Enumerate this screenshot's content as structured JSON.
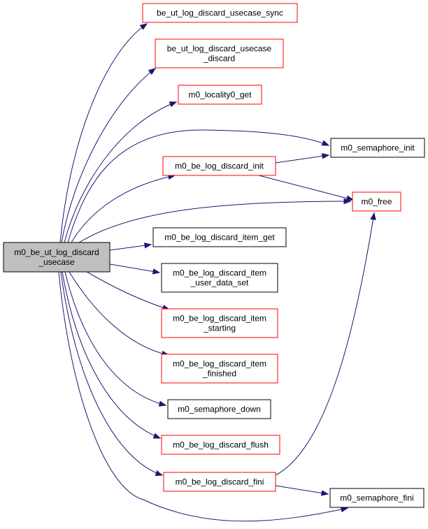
{
  "colors": {
    "edge": "#191970",
    "focus_fill": "#bfbfbf",
    "focus_border": "#000000",
    "linked_border": "#ff0000",
    "plain_border": "#000000",
    "node_fill": "#ffffff"
  },
  "graph": {
    "nodes": [
      {
        "id": "root",
        "lines": [
          "m0_be_ut_log_discard",
          "_usecase"
        ],
        "style": "focus"
      },
      {
        "id": "sync",
        "lines": [
          "be_ut_log_discard_usecase_sync"
        ],
        "style": "linked"
      },
      {
        "id": "usediscard",
        "lines": [
          "be_ut_log_discard_usecase",
          "_discard"
        ],
        "style": "linked"
      },
      {
        "id": "locality",
        "lines": [
          "m0_locality0_get"
        ],
        "style": "linked"
      },
      {
        "id": "seminit",
        "lines": [
          "m0_semaphore_init"
        ],
        "style": "plain"
      },
      {
        "id": "loginit",
        "lines": [
          "m0_be_log_discard_init"
        ],
        "style": "linked"
      },
      {
        "id": "free",
        "lines": [
          "m0_free"
        ],
        "style": "linked"
      },
      {
        "id": "itemget",
        "lines": [
          "m0_be_log_discard_item_get"
        ],
        "style": "plain"
      },
      {
        "id": "userdata",
        "lines": [
          "m0_be_log_discard_item",
          "_user_data_set"
        ],
        "style": "plain"
      },
      {
        "id": "starting",
        "lines": [
          "m0_be_log_discard_item",
          "_starting"
        ],
        "style": "linked"
      },
      {
        "id": "finished",
        "lines": [
          "m0_be_log_discard_item",
          "_finished"
        ],
        "style": "linked"
      },
      {
        "id": "semdown",
        "lines": [
          "m0_semaphore_down"
        ],
        "style": "plain"
      },
      {
        "id": "flush",
        "lines": [
          "m0_be_log_discard_flush"
        ],
        "style": "linked"
      },
      {
        "id": "fini",
        "lines": [
          "m0_be_log_discard_fini"
        ],
        "style": "linked"
      },
      {
        "id": "semfini",
        "lines": [
          "m0_semaphore_fini"
        ],
        "style": "plain"
      }
    ],
    "edges": [
      {
        "from": "root",
        "to": "sync"
      },
      {
        "from": "root",
        "to": "usediscard"
      },
      {
        "from": "root",
        "to": "locality"
      },
      {
        "from": "root",
        "to": "seminit"
      },
      {
        "from": "root",
        "to": "loginit"
      },
      {
        "from": "root",
        "to": "free"
      },
      {
        "from": "root",
        "to": "itemget"
      },
      {
        "from": "root",
        "to": "userdata"
      },
      {
        "from": "root",
        "to": "starting"
      },
      {
        "from": "root",
        "to": "finished"
      },
      {
        "from": "root",
        "to": "semdown"
      },
      {
        "from": "root",
        "to": "flush"
      },
      {
        "from": "root",
        "to": "fini"
      },
      {
        "from": "root",
        "to": "semfini"
      },
      {
        "from": "loginit",
        "to": "seminit"
      },
      {
        "from": "loginit",
        "to": "free"
      },
      {
        "from": "fini",
        "to": "free"
      },
      {
        "from": "fini",
        "to": "semfini"
      }
    ]
  }
}
